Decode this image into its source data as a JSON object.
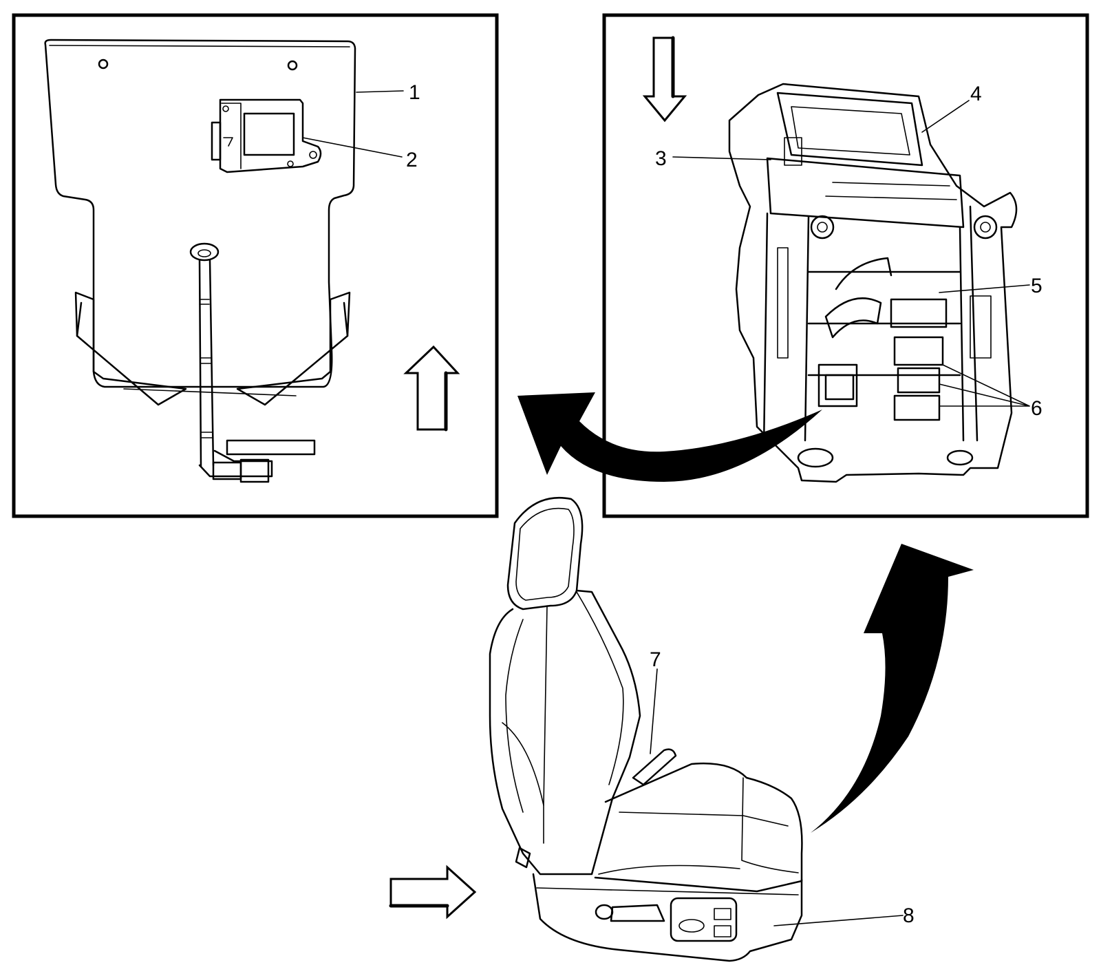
{
  "figure": {
    "callouts": [
      {
        "id": "1",
        "text": "1"
      },
      {
        "id": "2",
        "text": "2"
      },
      {
        "id": "3",
        "text": "3"
      },
      {
        "id": "4",
        "text": "4"
      },
      {
        "id": "5",
        "text": "5"
      },
      {
        "id": "6",
        "text": "6"
      },
      {
        "id": "7",
        "text": "7"
      },
      {
        "id": "8",
        "text": "8"
      }
    ],
    "panels": [
      {
        "id": "left-detail",
        "subject": "seat-cushion-pad-with-sensor-module"
      },
      {
        "id": "right-detail",
        "subject": "seat-underside-frame"
      }
    ],
    "colors": {
      "line": "#000000",
      "background": "#ffffff"
    }
  }
}
